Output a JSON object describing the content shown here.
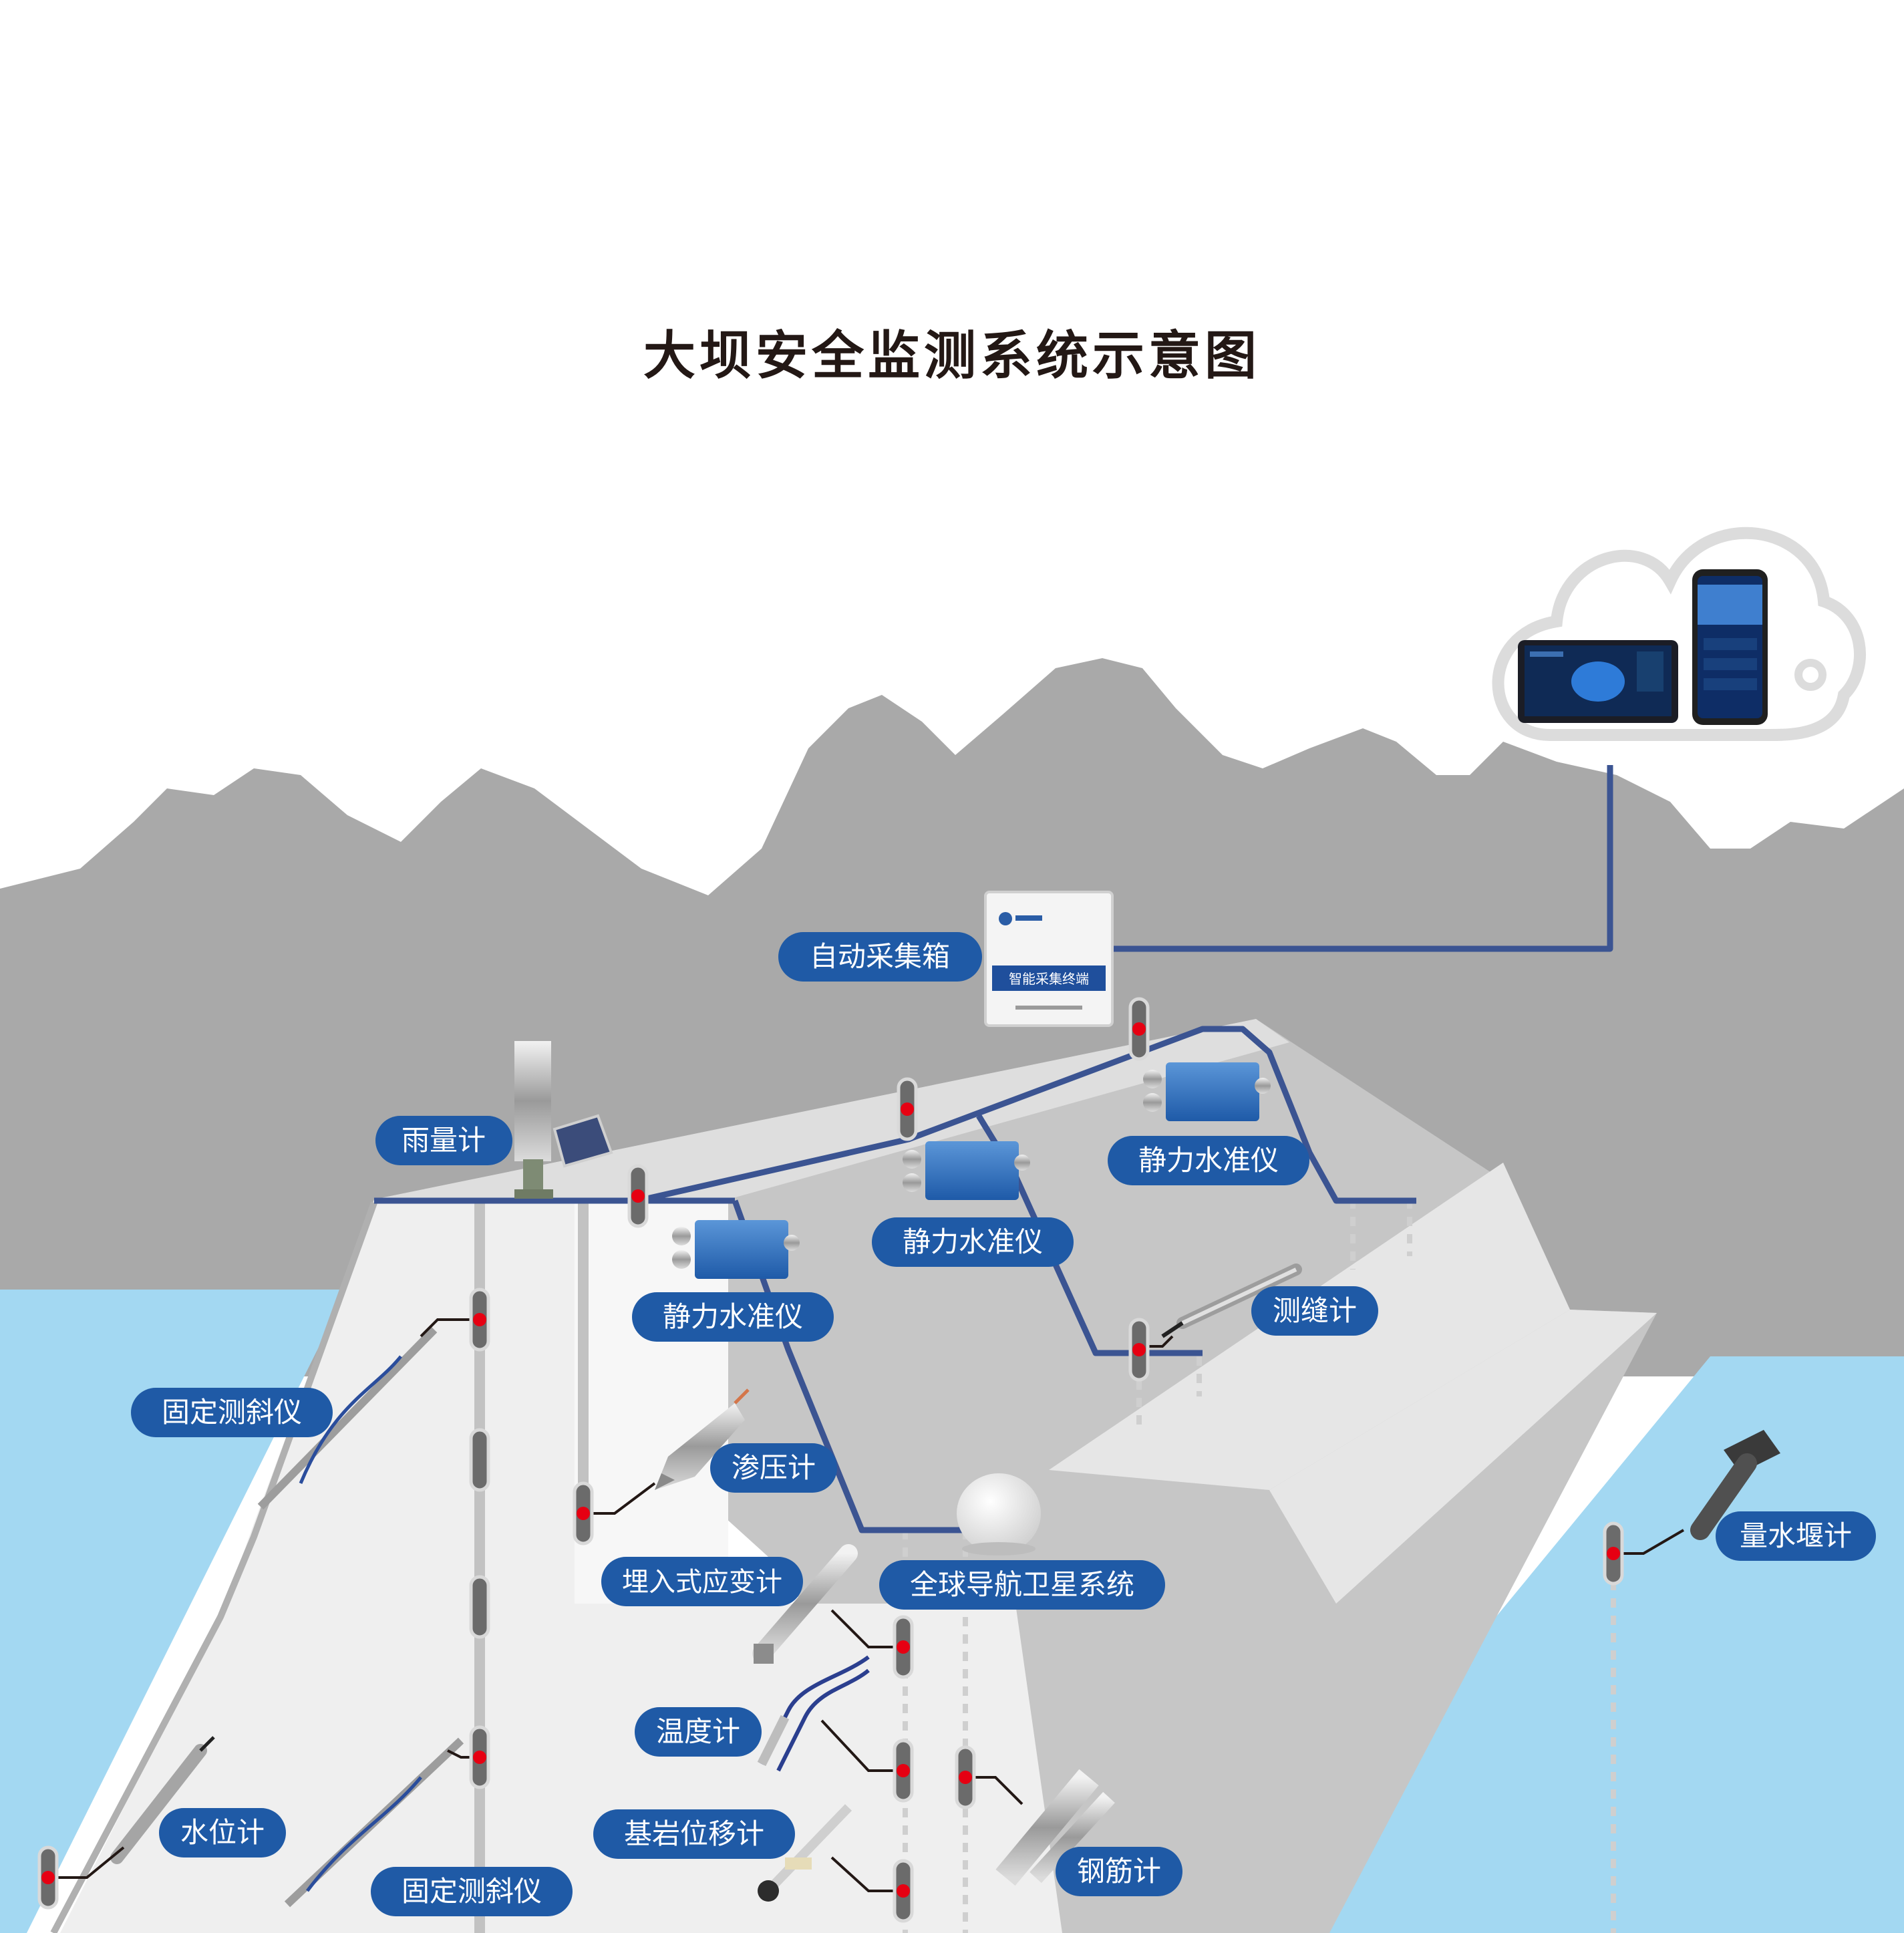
{
  "title": "大坝安全监测系统示意图",
  "labels": {
    "auto_collection_box": "自动采集箱",
    "rain_gauge": "雨量计",
    "static_level_1": "静力水准仪",
    "static_level_2": "静力水准仪",
    "static_level_3": "静力水准仪",
    "crack_meter": "测缝计",
    "fixed_inclinometer_1": "固定测斜仪",
    "fixed_inclinometer_2": "固定测斜仪",
    "piezometer": "渗压计",
    "embedded_strain_gauge": "埋入式应变计",
    "gnss": "全球导航卫星系统",
    "weir_meter": "量水堰计",
    "thermometer": "温度计",
    "bedrock_displacement": "基岩位移计",
    "water_level_meter": "水位计",
    "rebar_meter": "钢筋计"
  },
  "device_text": {
    "terminal_label": "智能采集终端"
  },
  "colors": {
    "mountain": "#a9a9a9",
    "water": "#a3d8f2",
    "dam_face": "#efefef",
    "dam_slope": "#c6c6c6",
    "cable": "#3b5492",
    "pill": "#1f5aa6",
    "sensor_dot": "#e60012",
    "sensor_body": "#6b6b6b"
  }
}
